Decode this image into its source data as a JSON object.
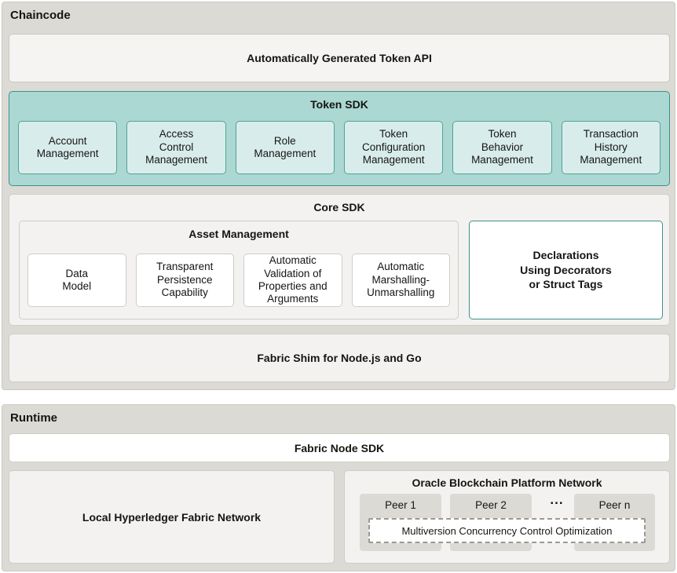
{
  "colors": {
    "page_bg": "#ffffff",
    "section_bg": "#dcdad4",
    "panel_bg": "#f3f2f0",
    "light_bg": "#f5f4f2",
    "white_bg": "#ffffff",
    "panel_border": "#cfcdc7",
    "teal_bg": "#abd8d2",
    "teal_border": "#3d918a",
    "teal_item_bg": "#d8edeb",
    "teal_item_border": "#55a199",
    "dashed_border": "#9b9993",
    "text": "#161513"
  },
  "chaincode": {
    "title": "Chaincode",
    "token_api": {
      "label": "Automatically Generated Token API"
    },
    "token_sdk": {
      "title": "Token SDK",
      "items": [
        [
          "Account",
          "Management"
        ],
        [
          "Access",
          "Control",
          "Management"
        ],
        [
          "Role",
          "Management"
        ],
        [
          "Token",
          "Configuration",
          "Management"
        ],
        [
          "Token",
          "Behavior",
          "Management"
        ],
        [
          "Transaction",
          "History",
          "Management"
        ]
      ]
    },
    "core_sdk": {
      "title": "Core SDK",
      "asset_management": {
        "title": "Asset Management",
        "items": [
          [
            "Data",
            "Model"
          ],
          [
            "Transparent",
            "Persistence",
            "Capability"
          ],
          [
            "Automatic",
            "Validation of",
            "Properties and",
            "Arguments"
          ],
          [
            "Automatic",
            "Marshalling-",
            "Unmarshalling"
          ]
        ]
      },
      "declarations": [
        "Declarations",
        "Using Decorators",
        "or Struct Tags"
      ]
    },
    "fabric_shim": {
      "label": "Fabric Shim for Node.js and Go"
    }
  },
  "runtime": {
    "title": "Runtime",
    "fabric_node_sdk": {
      "label": "Fabric Node SDK"
    },
    "local_network": {
      "label": "Local Hyperledger Fabric Network"
    },
    "obp_network": {
      "title": "Oracle Blockchain Platform Network",
      "peers": [
        "Peer 1",
        "Peer 2",
        "Peer n"
      ],
      "ellipsis": "...",
      "mvcc": {
        "label": "Multiversion Concurrency Control Optimization"
      }
    }
  }
}
